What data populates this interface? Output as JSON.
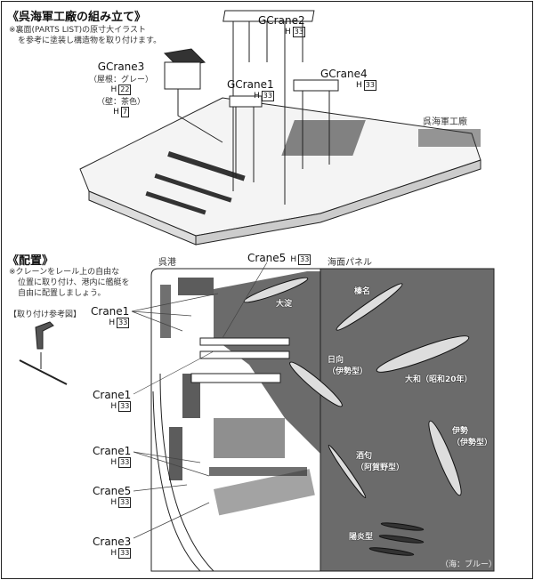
{
  "assembly": {
    "title": "《呉海軍工廠の組み立て》",
    "note_line1": "※裏面(PARTS LIST)の原寸大イラスト",
    "note_line2": "を参考に塗装し構造物を取り付けます。",
    "base_label": "呉海軍工廠",
    "parts": {
      "gcrane2": {
        "name": "GCrane2",
        "part": "H",
        "num": "33"
      },
      "gcrane3": {
        "name": "GCrane3",
        "roof": "（屋根：グレー）",
        "part1": "H",
        "num1": "22",
        "wall": "（壁：茶色）",
        "part2": "H",
        "num2": "7"
      },
      "gcrane1": {
        "name": "GCrane1",
        "part": "H",
        "num": "33"
      },
      "gcrane4": {
        "name": "GCrane4",
        "part": "H",
        "num": "33"
      }
    }
  },
  "placement": {
    "title": "《配置》",
    "note_line1": "※クレーンをレール上の自由な",
    "note_line2": "位置に取り付け、港内に艦艇を",
    "note_line3": "自由に配置しましょう。",
    "ref_label": "【取り付け参考図】",
    "harbor_label": "呉港",
    "sea_label": "海面パネル",
    "sea_color_note": "（海：ブルー）",
    "sea_color": "#6b6b6b",
    "cranes": [
      {
        "name": "Crane5",
        "part": "H",
        "num": "33"
      },
      {
        "name": "Crane1",
        "part": "H",
        "num": "33"
      },
      {
        "name": "Crane1",
        "part": "H",
        "num": "33"
      },
      {
        "name": "Crane1",
        "part": "H",
        "num": "33"
      },
      {
        "name": "Crane5",
        "part": "H",
        "num": "33"
      },
      {
        "name": "Crane3",
        "part": "H",
        "num": "33"
      }
    ],
    "ships": {
      "oyodo": "大淀",
      "haruna": "榛名",
      "hyuga": "日向",
      "hyuga_class": "（伊勢型）",
      "yamato": "大和（昭和20年）",
      "ise": "伊勢",
      "ise_class": "（伊勢型）",
      "sakawa": "酒匂",
      "sakawa_class": "（阿賀野型）",
      "kagero": "陽炎型"
    }
  }
}
